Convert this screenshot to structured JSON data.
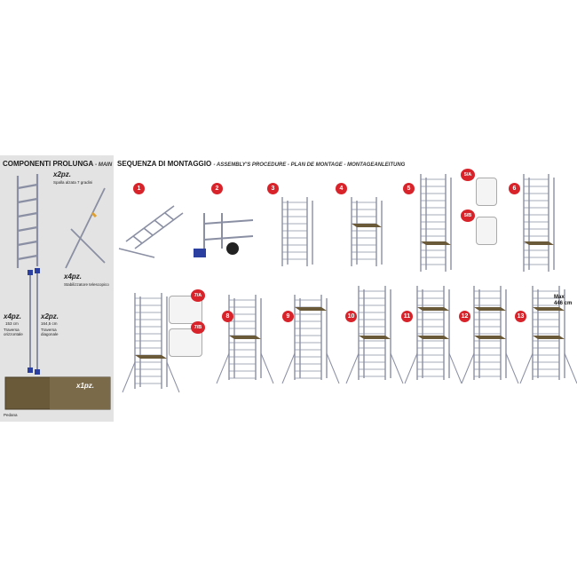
{
  "components": {
    "title": "COMPONENTI PROLUNGA",
    "title_sub": "- MAIN",
    "frame": {
      "qty": "x2pz.",
      "desc": "Spalla alzata 7 gradini"
    },
    "stabilizer": {
      "qty": "x4pz.",
      "desc": "Stabilizzatore telescopico"
    },
    "horizontal": {
      "qty": "x4pz.",
      "size": "153 cm",
      "desc": "Traversa orizzontale"
    },
    "diagonal": {
      "qty": "x2pz.",
      "size": "164,5 cm",
      "desc": "Traversa diagonale"
    },
    "platform": {
      "qty": "x1pz.",
      "desc": "Pedana"
    }
  },
  "sequence": {
    "title": "SEQUENZA DI MONTAGGIO",
    "title_sub": "- ASSEMBLY'S PROCEDURE - PLAN DE MONTAGE - MONTAGEANLEITUNG",
    "steps": [
      "1",
      "2",
      "3",
      "4",
      "5",
      "5/A",
      "5/B",
      "6",
      "7/A",
      "7/B",
      "8",
      "9",
      "10",
      "11",
      "12",
      "13"
    ],
    "max_label": "Max",
    "max_value": "446 cm"
  },
  "colors": {
    "badge": "#d8232a",
    "frame": "#8a8fa3",
    "platform": "#6b5a3a",
    "connector": "#2a3fa0",
    "accent": "#e0a030"
  }
}
